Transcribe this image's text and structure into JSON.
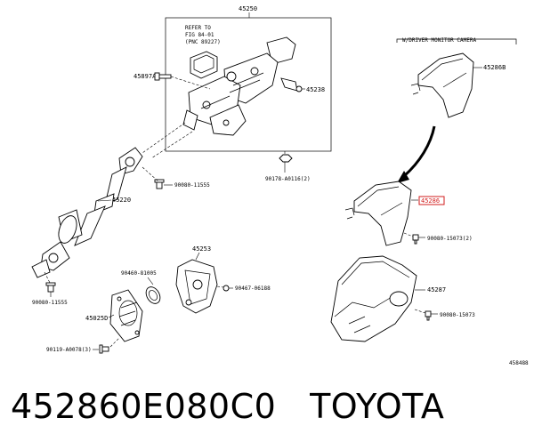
{
  "labels": {
    "main_assembly": "45250",
    "refer_line1": "REFER TO",
    "refer_line2": "FIG 84-01",
    "refer_line3": "(PNC 89227)",
    "bolt_45897a": "45897A",
    "nut_45238": "45238",
    "nut_90178": "90178-A0116(2)",
    "bolt_90080_upper": "90080-11555",
    "shaft_45220": "45220",
    "bolt_90080_lower": "90080-11555",
    "bracket_45253": "45253",
    "ring_90460": "90460-81005",
    "bolt_90467": "90467-06188",
    "boot_45025d": "45025D",
    "bolt_90119": "90119-A0078(3)",
    "camera_note": "W/DRIVER MONITOR CAMERA",
    "cover_45286b": "45286B",
    "cover_highlight": "45286",
    "screw_90080_15073_2": "90080-15073(2)",
    "cover_45287": "45287",
    "screw_90080_15073": "90080-15073",
    "fig_ref": "458488"
  },
  "highlight_color": "#d21c1c",
  "caption": {
    "part_number": "452860E080C0",
    "brand": "TOYOTA"
  }
}
